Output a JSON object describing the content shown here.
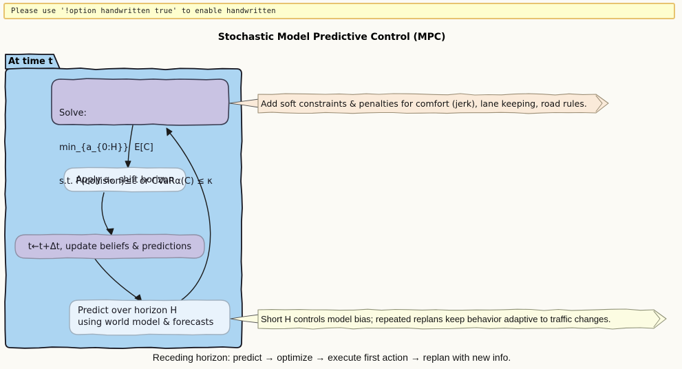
{
  "banner": {
    "text": "Please use '!option handwritten true' to enable handwritten"
  },
  "title": "Stochastic Model Predictive Control (MPC)",
  "frame": {
    "label": "At time t"
  },
  "nodes": {
    "solve": {
      "line1": "Solve:",
      "line2": "min_{a_{0:H}}  E[C]",
      "line3": "s.t. P(collision)≤ε or CVaRα(C) ≤ κ"
    },
    "apply": {
      "label": "Apply a₀, shift horizon"
    },
    "update": {
      "label": "t←t+Δt, update beliefs & predictions"
    },
    "predict": {
      "line1": "Predict over horizon H",
      "line2": "using world model & forecasts"
    }
  },
  "notes": {
    "constraints": {
      "text": "Add soft constraints & penalties for comfort (jerk), lane keeping, road rules."
    },
    "horizon": {
      "text": "Short H controls model bias; repeated replans keep behavior adaptive to traffic changes."
    }
  },
  "caption": "Receding horizon: predict → optimize → execute first action → replan with new info.",
  "colors": {
    "page_bg": "#fbfaf5",
    "frame_fill": "#acd5f2",
    "frame_stroke": "#14141e",
    "node_purple": "#c9c3e3",
    "node_purple_stroke_dark": "#3a3d52",
    "node_purple_stroke": "#8e90a6",
    "node_blue": "#e9f3fc",
    "node_blue_stroke": "#9fb0bf",
    "note_peach": "#faead9",
    "note_peach_stroke": "#9c8e75",
    "note_yellow": "#fcfce2",
    "note_yellow_stroke": "#8f9278",
    "banner_fill": "#fefece",
    "banner_border": "#e7c36f",
    "arrow": "#1c1c1c"
  }
}
